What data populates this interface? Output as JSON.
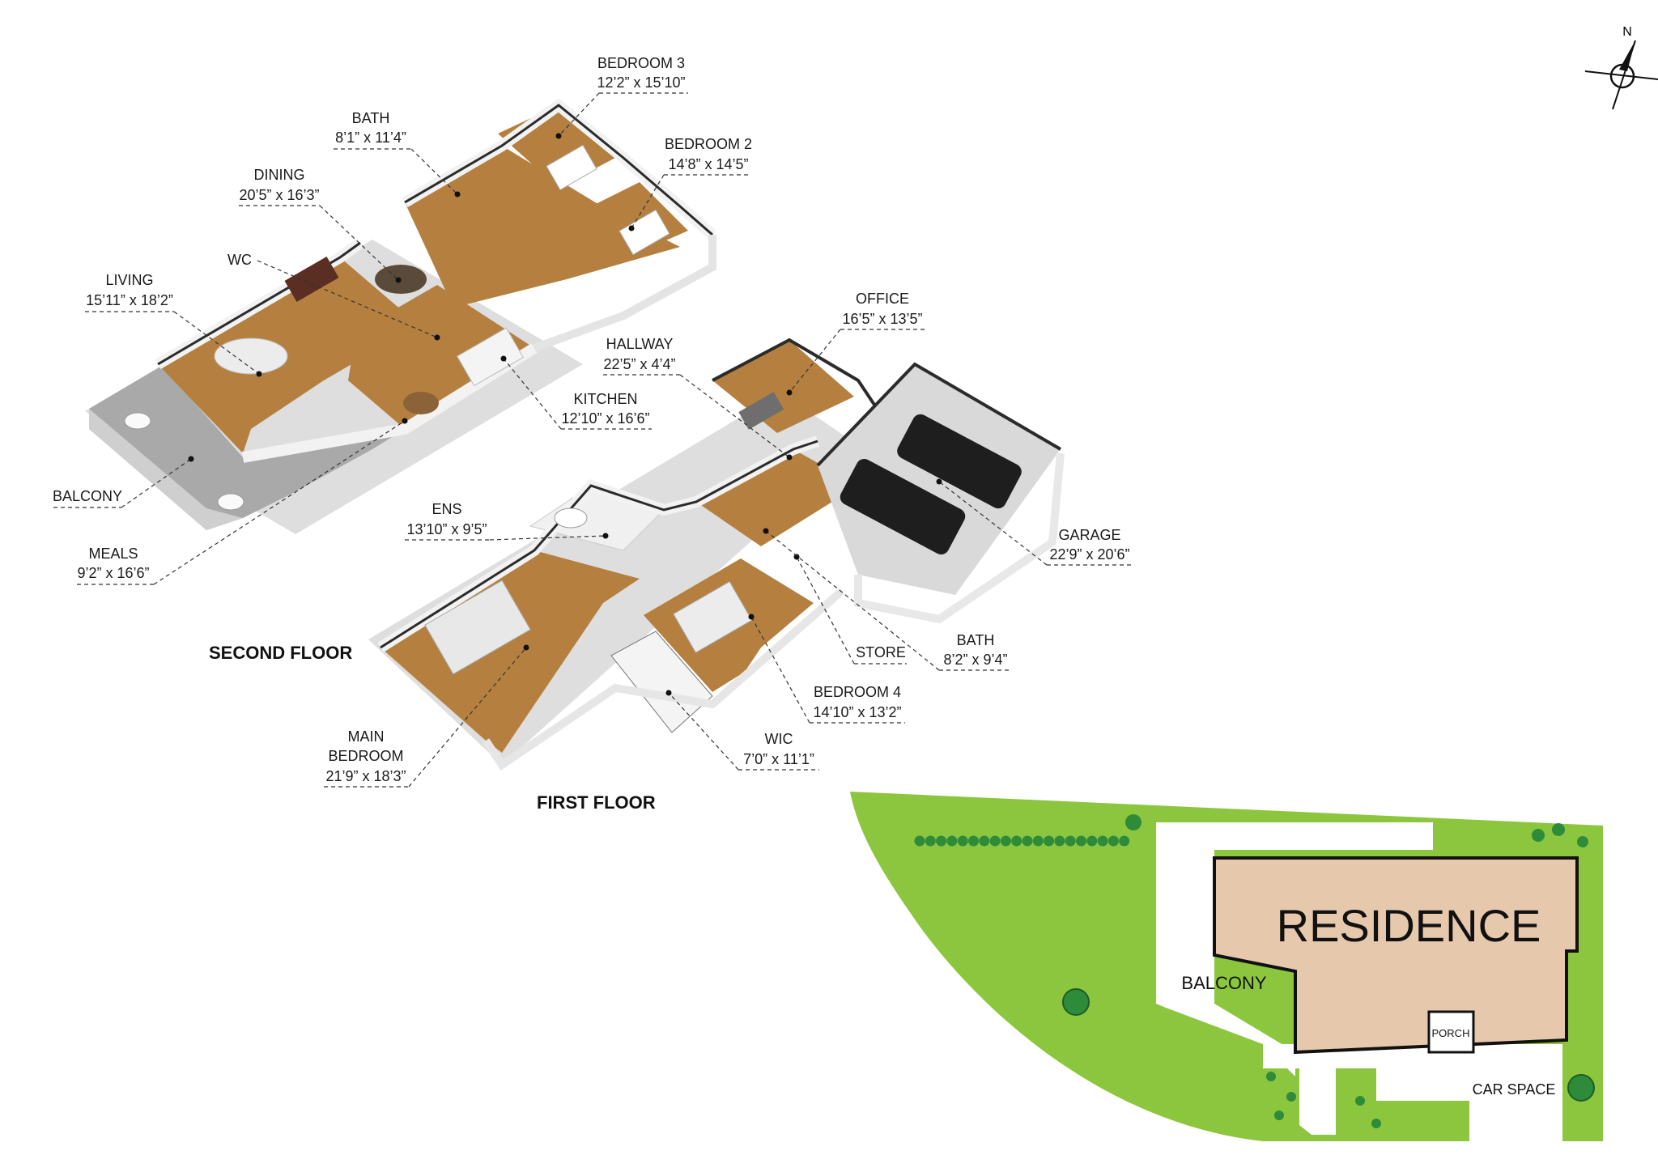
{
  "compass": {
    "north_label": "N"
  },
  "floors": {
    "second": {
      "title": "SECOND FLOOR"
    },
    "first": {
      "title": "FIRST FLOOR"
    }
  },
  "rooms": {
    "bedroom3": {
      "name": "BEDROOM 3",
      "dims": "12’2” x 15’10”"
    },
    "bath_upper": {
      "name": "BATH",
      "dims": "8’1” x 11’4”"
    },
    "bedroom2": {
      "name": "BEDROOM 2",
      "dims": "14’8” x 14’5”"
    },
    "dining": {
      "name": "DINING",
      "dims": "20’5” x 16’3”"
    },
    "wc": {
      "name": "WC",
      "dims": ""
    },
    "living": {
      "name": "LIVING",
      "dims": "15’11” x 18’2”"
    },
    "balcony": {
      "name": "BALCONY",
      "dims": ""
    },
    "meals": {
      "name": "MEALS",
      "dims": "9’2” x 16’6”"
    },
    "hallway": {
      "name": "HALLWAY",
      "dims": "22’5” x 4’4”"
    },
    "kitchen": {
      "name": "KITCHEN",
      "dims": "12’10” x 16’6”"
    },
    "office": {
      "name": "OFFICE",
      "dims": "16’5” x 13’5”"
    },
    "ens": {
      "name": "ENS",
      "dims": "13’10” x 9’5”"
    },
    "garage": {
      "name": "GARAGE",
      "dims": "22’9” x 20’6”"
    },
    "store": {
      "name": "STORE",
      "dims": ""
    },
    "bath_lower": {
      "name": "BATH",
      "dims": "8’2” x 9’4”"
    },
    "bedroom4": {
      "name": "BEDROOM 4",
      "dims": "14’10” x 13’2”"
    },
    "wic": {
      "name": "WIC",
      "dims": "7’0” x 11’1”"
    },
    "main_bedroom": {
      "name_line1": "MAIN",
      "name_line2": "BEDROOM",
      "dims": "21’9” x 18’3”"
    }
  },
  "site_plan": {
    "residence": "RESIDENCE",
    "balcony": "BALCONY",
    "porch": "PORCH",
    "car_space": "CAR SPACE"
  },
  "colors": {
    "lawn": "#8cc63f",
    "residence_fill": "#e6c8ad",
    "floor_wood": "#b5803f",
    "balcony_concrete": "#a9a9a9",
    "wall": "#f2f2f2",
    "wall_dark": "#2b2b2b"
  }
}
